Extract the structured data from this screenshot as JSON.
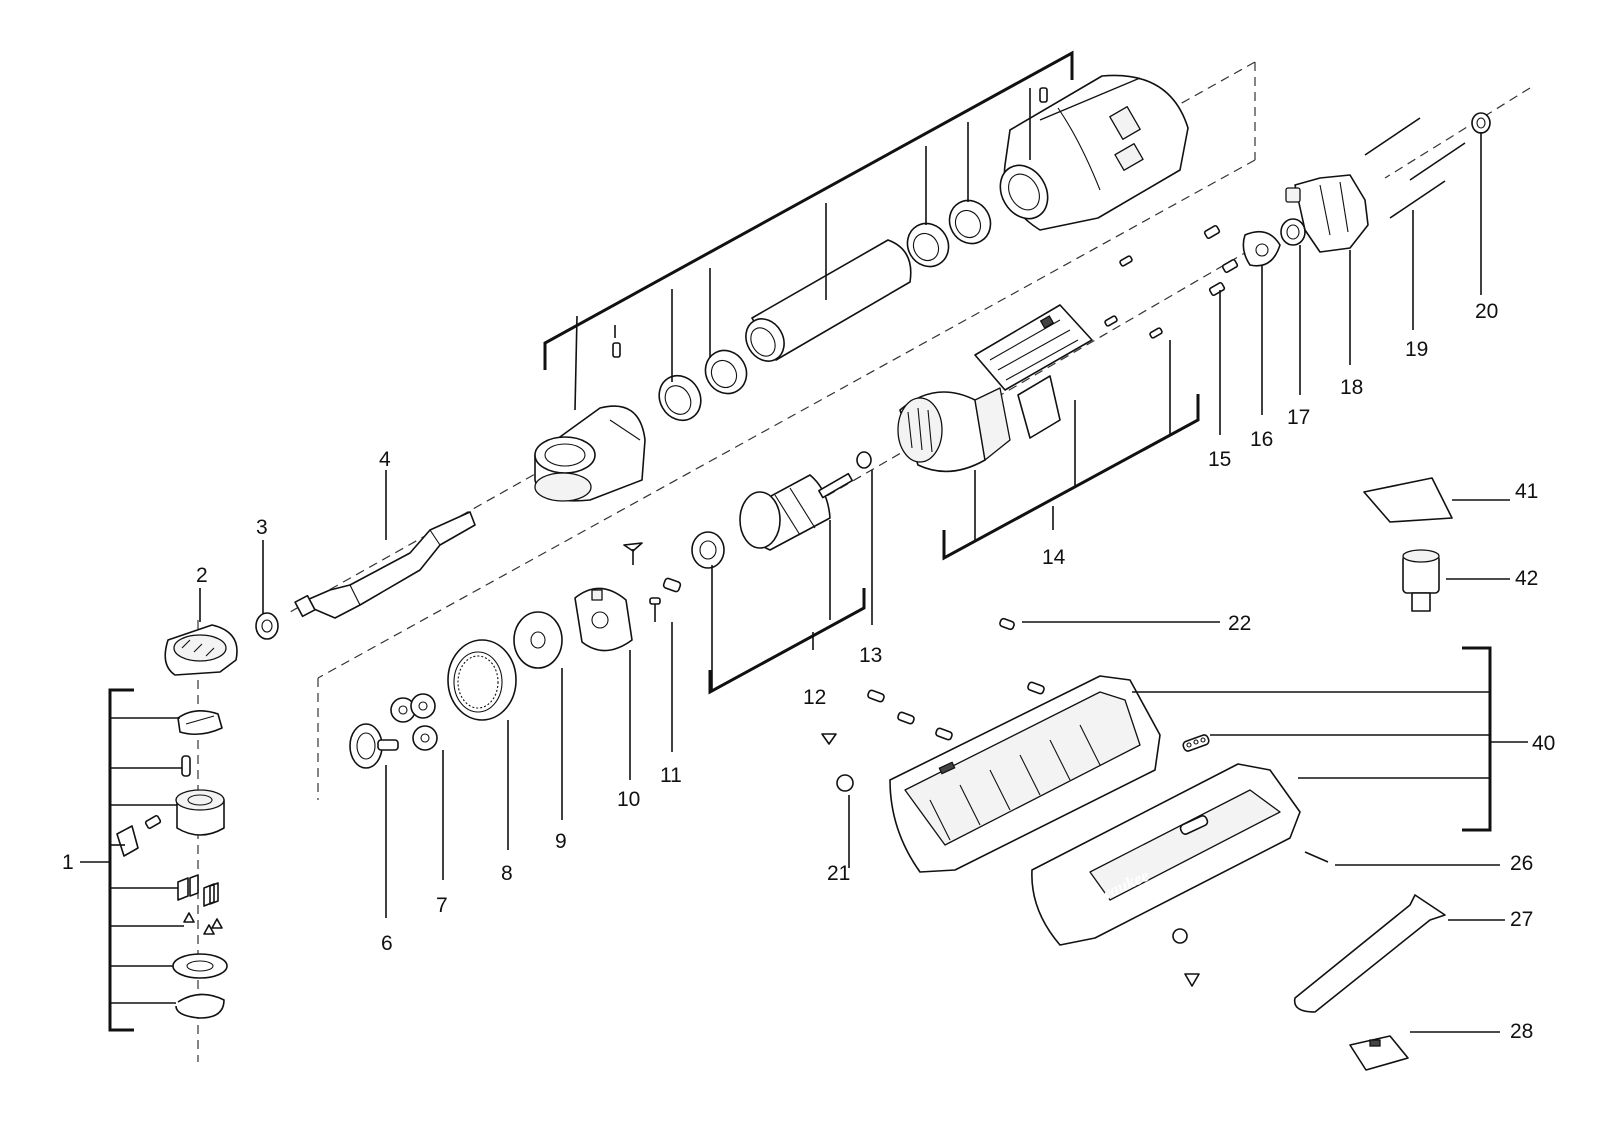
{
  "brand_text": "Milwaukee",
  "callouts": [
    {
      "id": "1",
      "label": "1"
    },
    {
      "id": "2",
      "label": "2"
    },
    {
      "id": "3",
      "label": "3"
    },
    {
      "id": "4",
      "label": "4"
    },
    {
      "id": "6",
      "label": "6"
    },
    {
      "id": "7",
      "label": "7"
    },
    {
      "id": "8",
      "label": "8"
    },
    {
      "id": "9",
      "label": "9"
    },
    {
      "id": "10",
      "label": "10"
    },
    {
      "id": "11",
      "label": "11"
    },
    {
      "id": "12",
      "label": "12"
    },
    {
      "id": "13",
      "label": "13"
    },
    {
      "id": "14",
      "label": "14"
    },
    {
      "id": "15",
      "label": "15"
    },
    {
      "id": "16",
      "label": "16"
    },
    {
      "id": "17",
      "label": "17"
    },
    {
      "id": "18",
      "label": "18"
    },
    {
      "id": "19",
      "label": "19"
    },
    {
      "id": "20",
      "label": "20"
    },
    {
      "id": "21",
      "label": "21"
    },
    {
      "id": "22",
      "label": "22"
    },
    {
      "id": "26",
      "label": "26"
    },
    {
      "id": "27",
      "label": "27"
    },
    {
      "id": "28",
      "label": "28"
    },
    {
      "id": "40",
      "label": "40"
    },
    {
      "id": "41",
      "label": "41"
    },
    {
      "id": "42",
      "label": "42"
    }
  ]
}
